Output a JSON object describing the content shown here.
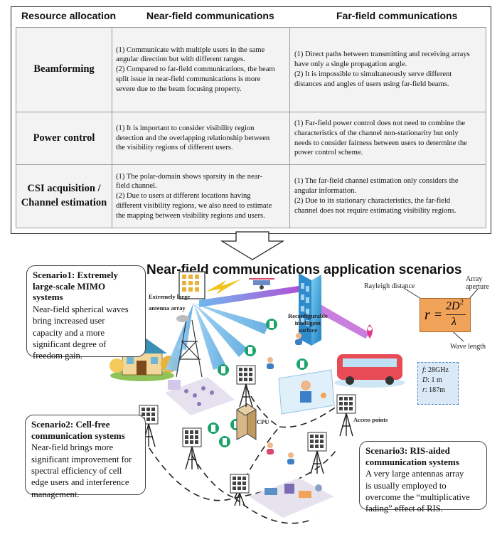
{
  "table": {
    "headers": {
      "col1": "Resource allocation",
      "col2": "Near-field communications",
      "col3": "Far-field communications"
    },
    "rows": [
      {
        "label": "Beamforming",
        "near": [
          "(1) Communicate with multiple users in the same",
          "angular direction but with different ranges.",
          "(2) Compared to far-field communications, the beam",
          "split issue in near-field communications is more",
          "severe due to the beam focusing property."
        ],
        "far": [
          "(1) Direct paths between transmitting and receiving arrays",
          "have only a single propagation angle.",
          "(2) It is impossible to simultaneously serve different",
          "distances and angles of users using far-field beams."
        ]
      },
      {
        "label": "Power control",
        "near": [
          "(1) It is important to consider visibility region",
          "detection and the overlapping relationship between",
          "the visibility regions of different users."
        ],
        "far": [
          "(1) Far-field power control does not need to combine the",
          "characteristics of the channel non-stationarity but only",
          "needs to consider fairness between users to determine the",
          "power control scheme."
        ]
      },
      {
        "label_lines": [
          "CSI acquisition /",
          "Channel estimation"
        ],
        "near": [
          "(1) The polar-domain shows sparsity in the near-",
          "field channel.",
          "(2) Due to users at different locations having",
          "different visibility regions, we also need to estimate",
          "the mapping between visibility regions and users."
        ],
        "far": [
          "(1) The far-field channel estimation only considers the",
          "angular information.",
          "(2) Due to its stationary characteristics, the far-field",
          "channel does not require estimating visibility regions."
        ]
      }
    ]
  },
  "figure": {
    "title": "Near-field communications application scenarios",
    "scenario1": {
      "title_lines": [
        "Scenario1: Extremely",
        "large-scale MIMO",
        "systems"
      ],
      "desc_lines": [
        "Near-field spherical waves",
        "bring increased user",
        "capacity and a more",
        "significant degree of",
        "freedom gain."
      ]
    },
    "scenario2": {
      "title_lines": [
        "Scenario2: Cell-free",
        "communication systems"
      ],
      "desc_lines": [
        "Near-field brings more",
        "significant improvement for",
        "spectral efficiency of cell",
        "edge users and interference",
        "management."
      ]
    },
    "scenario3": {
      "title_lines": [
        "Scenario3: RIS-aided",
        "communication systems"
      ],
      "desc_lines": [
        "A very large antennas array",
        "is usually employed to",
        "overcome the “multiplicative",
        "fading” effect of RIS."
      ]
    },
    "labels": {
      "antenna_array_lines": [
        "Extremely large",
        "antenna array"
      ],
      "ris_lines": [
        "Reconfigurable",
        "intelligent",
        "surface"
      ],
      "cpu": "CPU",
      "access_points": "Access points",
      "rayleigh_distance": "Rayleigh distance",
      "array_aperture_lines": [
        "Array",
        "aperture"
      ],
      "wave_length": "Wave length"
    },
    "formula": {
      "lhs": "r",
      "eq": "=",
      "num": "2D",
      "exp": "2",
      "den": "λ"
    },
    "params": [
      {
        "sym": "f",
        "val": ": 28GHz"
      },
      {
        "sym": "D",
        "val": ": 1 m"
      },
      {
        "sym": "r",
        "val": ": 187m"
      }
    ],
    "colors": {
      "building": "#e9b23c",
      "phone": "#1aa36a",
      "ris": "#3fa0d8",
      "formula_bg": "#f2a35a",
      "beam": "#87c6ee",
      "param_bg": "#dbe9f7"
    }
  }
}
